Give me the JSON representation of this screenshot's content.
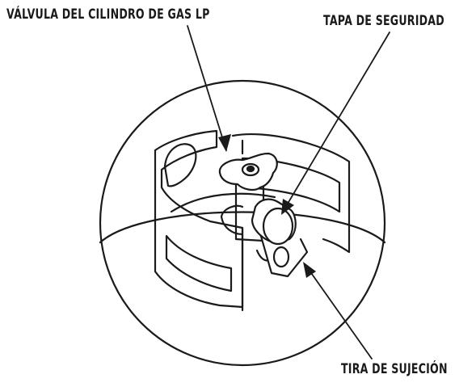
{
  "diagram": {
    "labels": {
      "valve": "VÁLVULA DEL CILINDRO DE GAS LP",
      "cap": "TAPA DE SEGURIDAD",
      "strap": "TIRA DE SUJECIÓN"
    },
    "colors": {
      "ink": "#1a1a1a",
      "background": "#ffffff"
    }
  }
}
